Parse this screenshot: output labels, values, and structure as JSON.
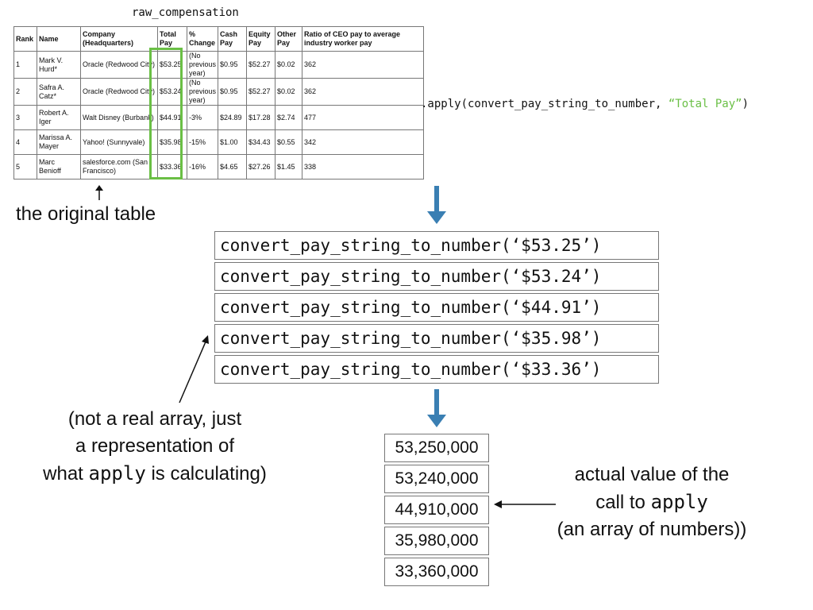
{
  "table_caption": "raw_compensation",
  "table": {
    "headers": [
      "Rank",
      "Name",
      "Company (Headquarters)",
      "Total Pay",
      "% Change",
      "Cash Pay",
      "Equity Pay",
      "Other Pay",
      "Ratio of CEO pay to average industry worker pay"
    ],
    "rows": [
      [
        "1",
        "Mark V. Hurd*",
        "Oracle (Redwood City)",
        "$53.25",
        "(No previous year)",
        "$0.95",
        "$52.27",
        "$0.02",
        "362"
      ],
      [
        "2",
        "Safra A. Catz*",
        "Oracle (Redwood City)",
        "$53.24",
        "(No previous year)",
        "$0.95",
        "$52.27",
        "$0.02",
        "362"
      ],
      [
        "3",
        "Robert A. Iger",
        "Walt Disney (Burbank)",
        "$44.91",
        "-3%",
        "$24.89",
        "$17.28",
        "$2.74",
        "477"
      ],
      [
        "4",
        "Marissa A. Mayer",
        "Yahoo! (Sunnyvale)",
        "$35.98",
        "-15%",
        "$1.00",
        "$34.43",
        "$0.55",
        "342"
      ],
      [
        "5",
        "Marc Benioff",
        "salesforce.com (San Francisco)",
        "$33.36",
        "-16%",
        "$4.65",
        "$27.26",
        "$1.45",
        "338"
      ]
    ]
  },
  "original_label": "the original table",
  "apply_code": {
    "prefix": ".apply(convert_pay_string_to_number, ",
    "argument": "“Total Pay”",
    "suffix": ")"
  },
  "calls": [
    "convert_pay_string_to_number(‘$53.25’)",
    "convert_pay_string_to_number(‘$53.24’)",
    "convert_pay_string_to_number(‘$44.91’)",
    "convert_pay_string_to_number(‘$35.98’)",
    "convert_pay_string_to_number(‘$33.36’)"
  ],
  "values": [
    "53,250,000",
    "53,240,000",
    "44,910,000",
    "35,980,000",
    "33,360,000"
  ],
  "note_left": {
    "line1": "(not a real array, just",
    "line2": "a representation of",
    "line3_pre": "what ",
    "line3_code": "apply",
    "line3_post": " is calculating)"
  },
  "note_right": {
    "line1": "actual value of the",
    "line2_pre": "call to ",
    "line2_code": "apply",
    "line3": "(an array of numbers))"
  },
  "colors": {
    "highlight": "#6abf45",
    "arrow": "#3a7fb3",
    "string": "#6abf45"
  }
}
